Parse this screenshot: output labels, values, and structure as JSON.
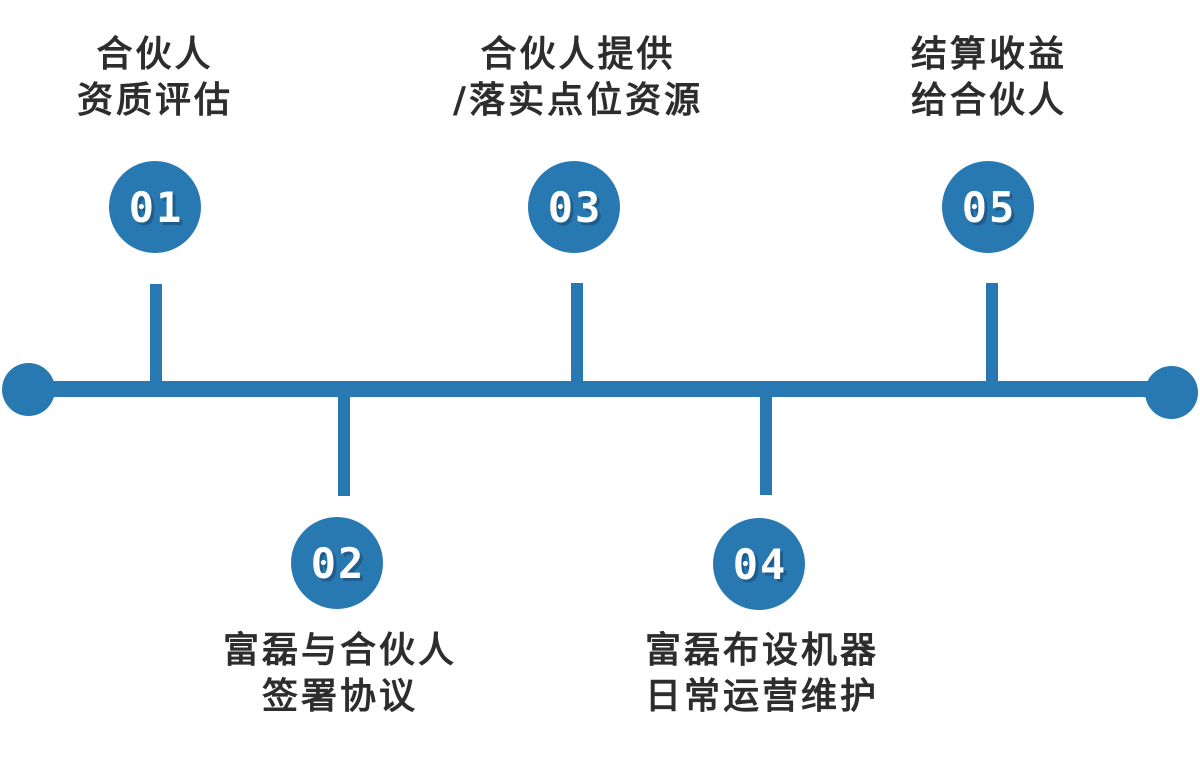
{
  "colors": {
    "primary_blue": "#2879b2",
    "label_text": "#2d2d2d",
    "number_text": "#ffffff"
  },
  "timeline": {
    "orientation": "horizontal",
    "steps": [
      {
        "number": "01",
        "position": "top",
        "label_lines": [
          "合伙人",
          "资质评估"
        ]
      },
      {
        "number": "02",
        "position": "bottom",
        "label_lines": [
          "富磊与合伙人",
          "签署协议"
        ]
      },
      {
        "number": "03",
        "position": "top",
        "label_lines": [
          "合伙人提供",
          "/落实点位资源"
        ]
      },
      {
        "number": "04",
        "position": "bottom",
        "label_lines": [
          "富磊布设机器",
          "日常运营维护"
        ]
      },
      {
        "number": "05",
        "position": "top",
        "label_lines": [
          "结算收益",
          "给合伙人"
        ]
      }
    ]
  }
}
